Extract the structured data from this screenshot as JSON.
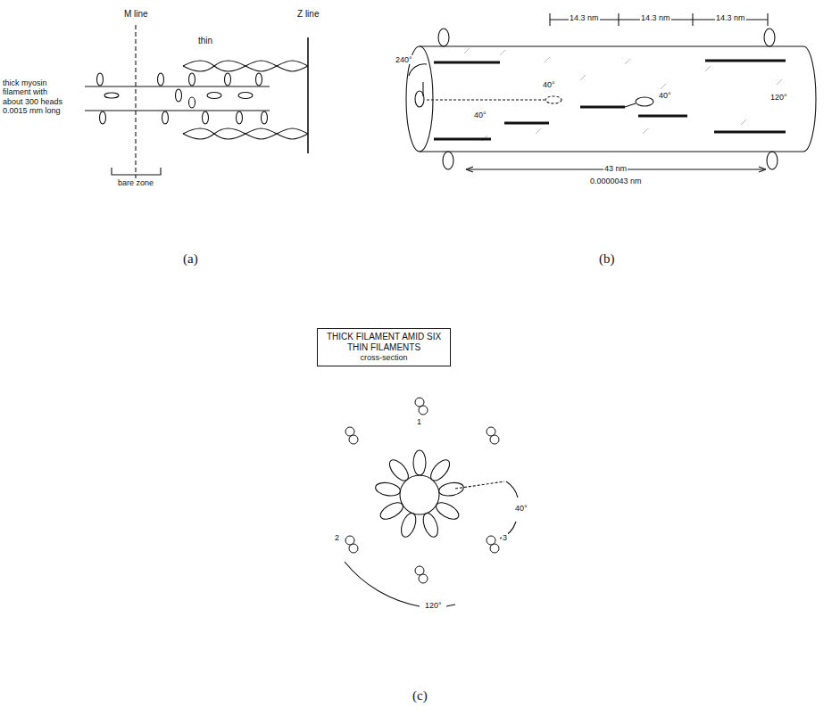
{
  "diagram": {
    "nodes": [
      {
        "text": [
          "THICK FILAMENT AMID SIX THIN FILAMENTS",
          "cross-section"
        ]
      }
    ],
    "labels": [
      "M line",
      "Z line",
      "thin",
      "thick myosin filament with about 300 heads 0.0015 mm long",
      "bare zone",
      "(a)",
      "14.3 nm",
      "14.3 nm",
      "14.3 nm",
      "240°",
      "40°",
      "40°",
      "40°",
      "120°",
      "43 nm",
      "0.0000043 nm",
      "(b)",
      "1",
      "2",
      "3",
      "40°",
      "120°",
      "(c)"
    ]
  }
}
